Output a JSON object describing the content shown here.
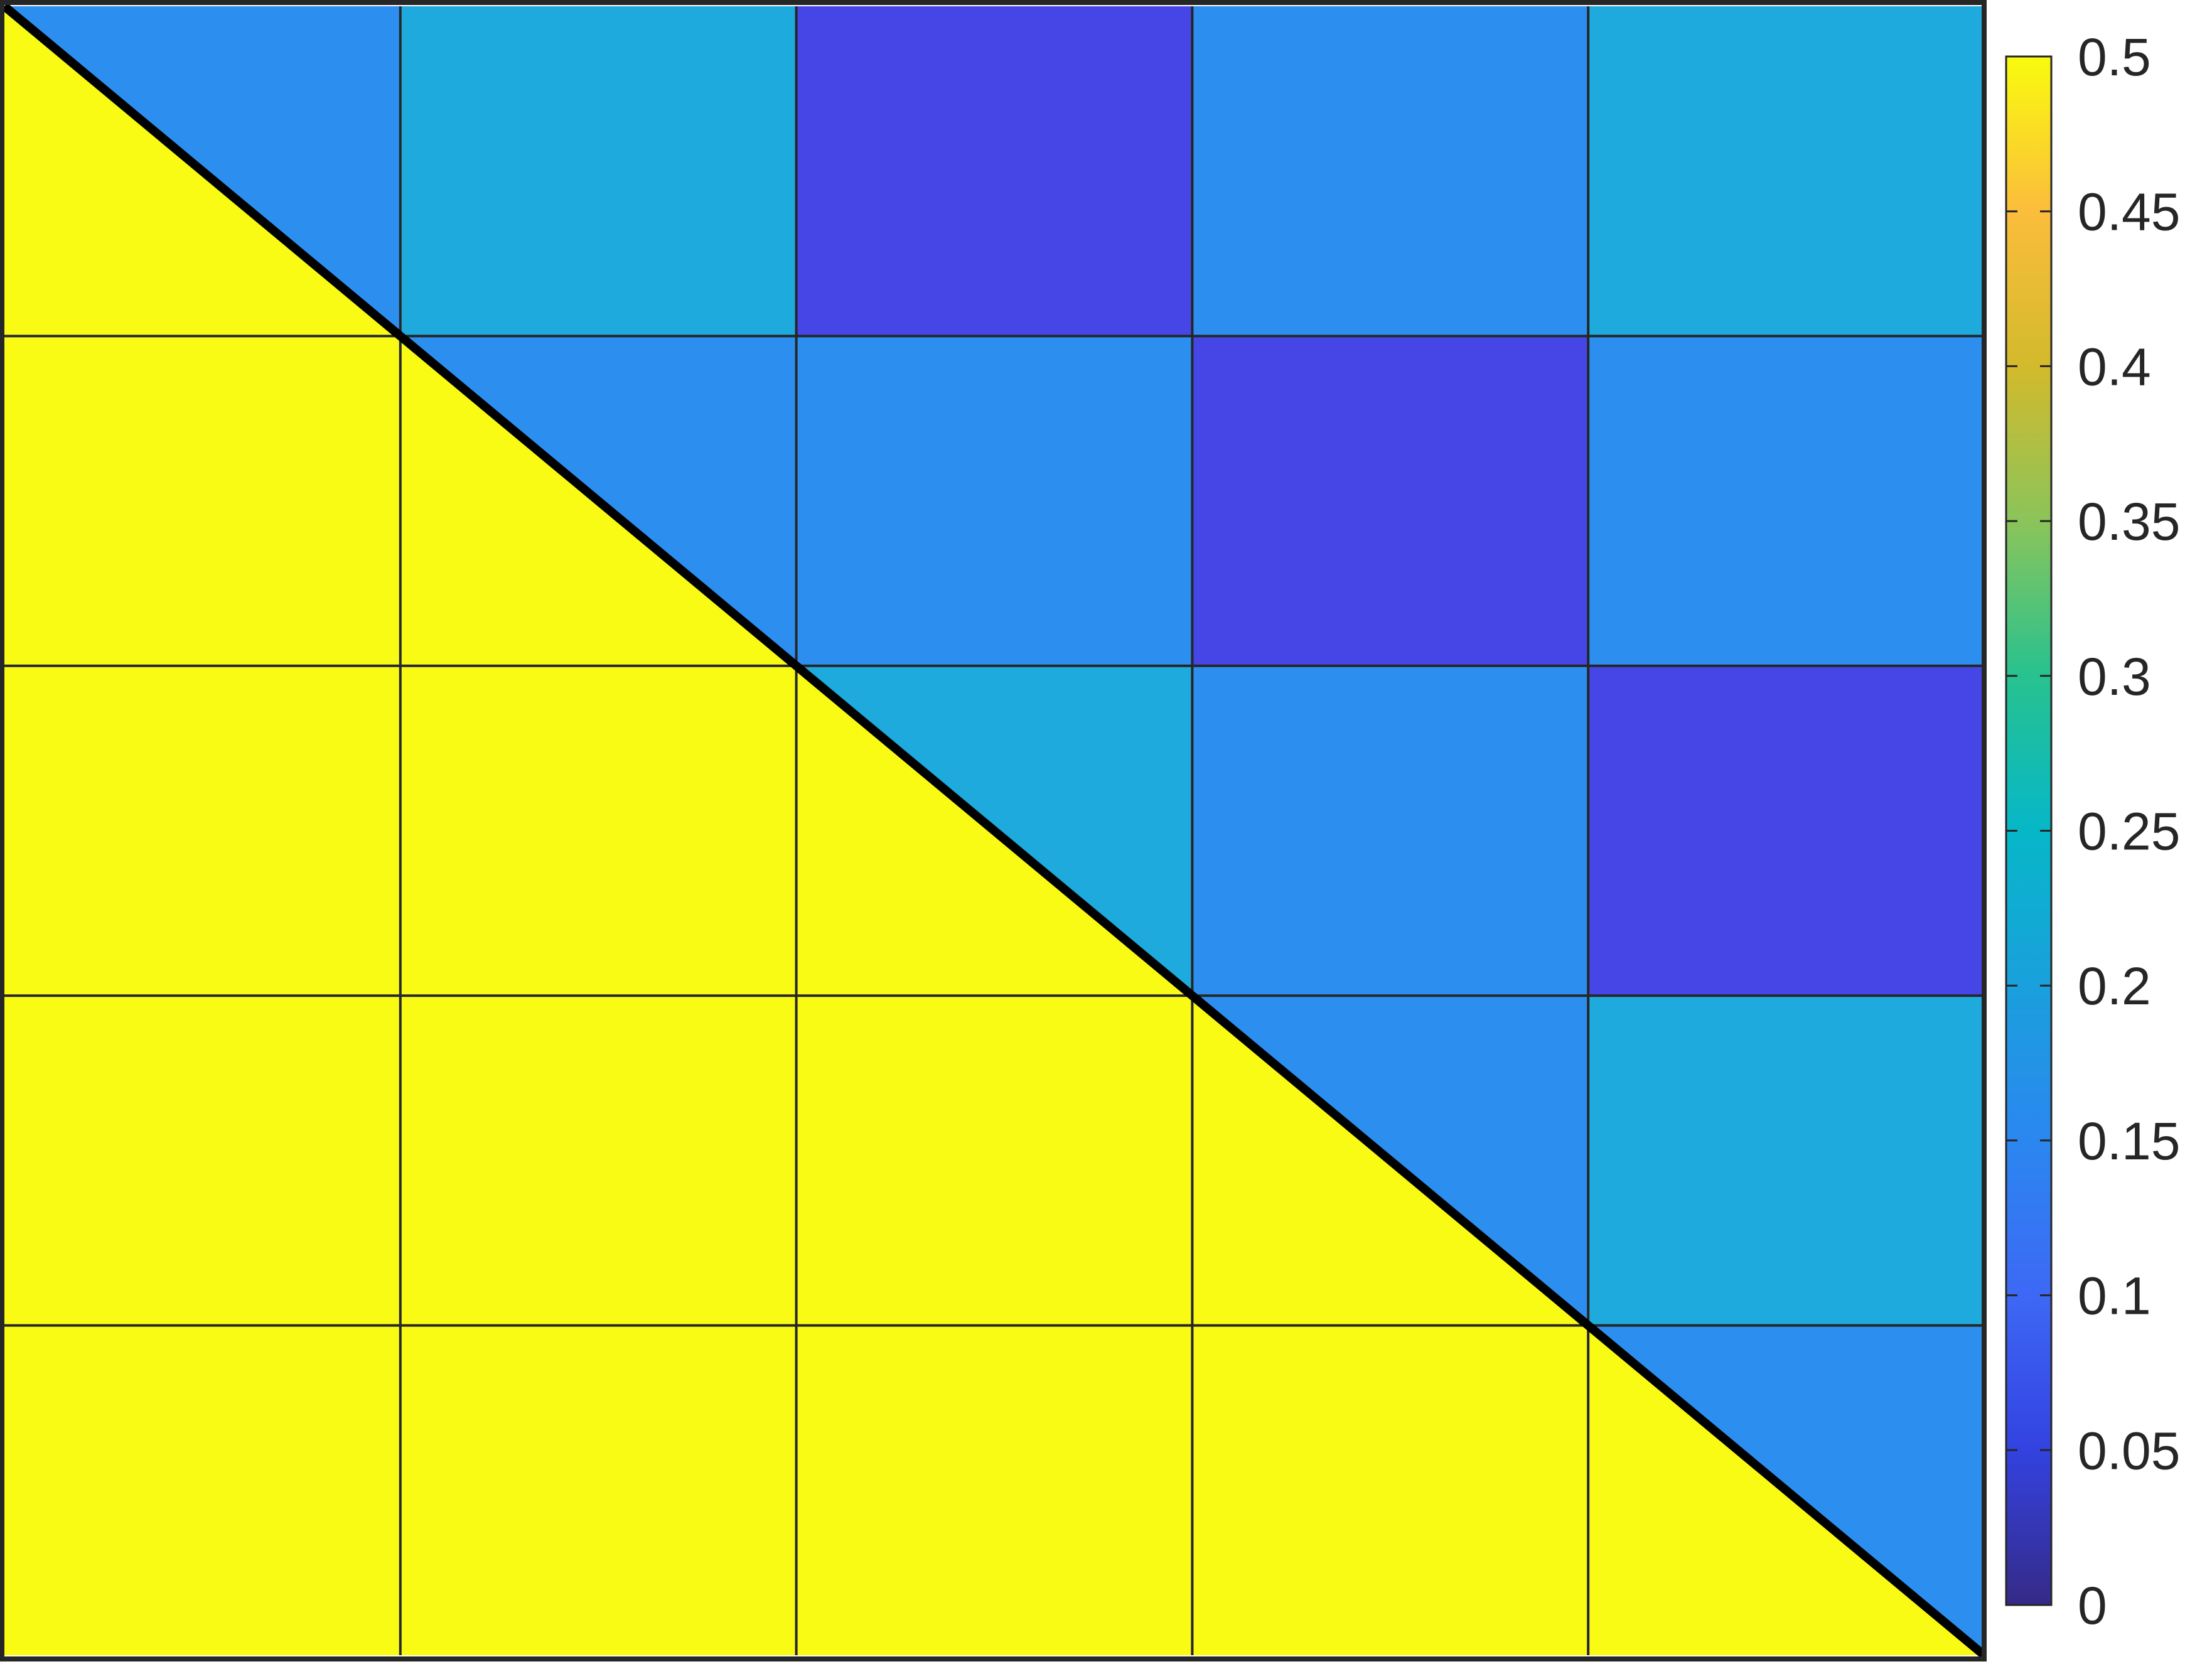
{
  "chart_data": {
    "type": "heatmap",
    "title": "",
    "xlabel": "",
    "ylabel": "",
    "rows": 5,
    "cols": 5,
    "values": [
      [
        0.5,
        0.15,
        0.2,
        0.05,
        0.15,
        0.2
      ],
      [
        0.5,
        0.5,
        0.15,
        0.15,
        0.05,
        0.15
      ],
      [
        0.5,
        0.5,
        0.5,
        0.2,
        0.15,
        0.05
      ],
      [
        0.5,
        0.5,
        0.5,
        0.5,
        0.15,
        0.2
      ],
      [
        0.5,
        0.5,
        0.5,
        0.5,
        0.5,
        0.15
      ]
    ],
    "note_values": "Each row lists the color of the region left of the diagonal (first entry, yellow = 0.5) followed by the cells above the diagonal boundary; region below the black diagonal line is uniformly 0.5.",
    "lower_triangle_value": 0.5,
    "upper_cells": [
      {
        "row": 1,
        "col": 1,
        "value": 0.15
      },
      {
        "row": 1,
        "col": 2,
        "value": 0.2
      },
      {
        "row": 1,
        "col": 3,
        "value": 0.05
      },
      {
        "row": 1,
        "col": 4,
        "value": 0.15
      },
      {
        "row": 1,
        "col": 5,
        "value": 0.2
      },
      {
        "row": 2,
        "col": 2,
        "value": 0.15
      },
      {
        "row": 2,
        "col": 3,
        "value": 0.15
      },
      {
        "row": 2,
        "col": 4,
        "value": 0.05
      },
      {
        "row": 2,
        "col": 5,
        "value": 0.15
      },
      {
        "row": 3,
        "col": 3,
        "value": 0.2
      },
      {
        "row": 3,
        "col": 4,
        "value": 0.15
      },
      {
        "row": 3,
        "col": 5,
        "value": 0.05
      },
      {
        "row": 4,
        "col": 4,
        "value": 0.15
      },
      {
        "row": 4,
        "col": 5,
        "value": 0.2
      },
      {
        "row": 5,
        "col": 5,
        "value": 0.15
      }
    ],
    "grid": true,
    "diagonal_line": true,
    "colorbar": {
      "colormap": "parula",
      "clim": [
        0,
        0.5
      ],
      "ticks": [
        0,
        0.05,
        0.1,
        0.15,
        0.2,
        0.25,
        0.3,
        0.35,
        0.4,
        0.45,
        0.5
      ],
      "tick_labels": [
        "0",
        "0.05",
        "0.1",
        "0.15",
        "0.2",
        "0.25",
        "0.3",
        "0.35",
        "0.4",
        "0.45",
        "0.5"
      ],
      "placement": "right"
    }
  },
  "colors": {
    "v0.5": "#f9fb15",
    "v0.2": "#1eaadc",
    "v0.15": "#2c8fef",
    "v0.05": "#4646e6",
    "grid": "#262626",
    "diagonal": "#000000",
    "frame": "#262626"
  }
}
